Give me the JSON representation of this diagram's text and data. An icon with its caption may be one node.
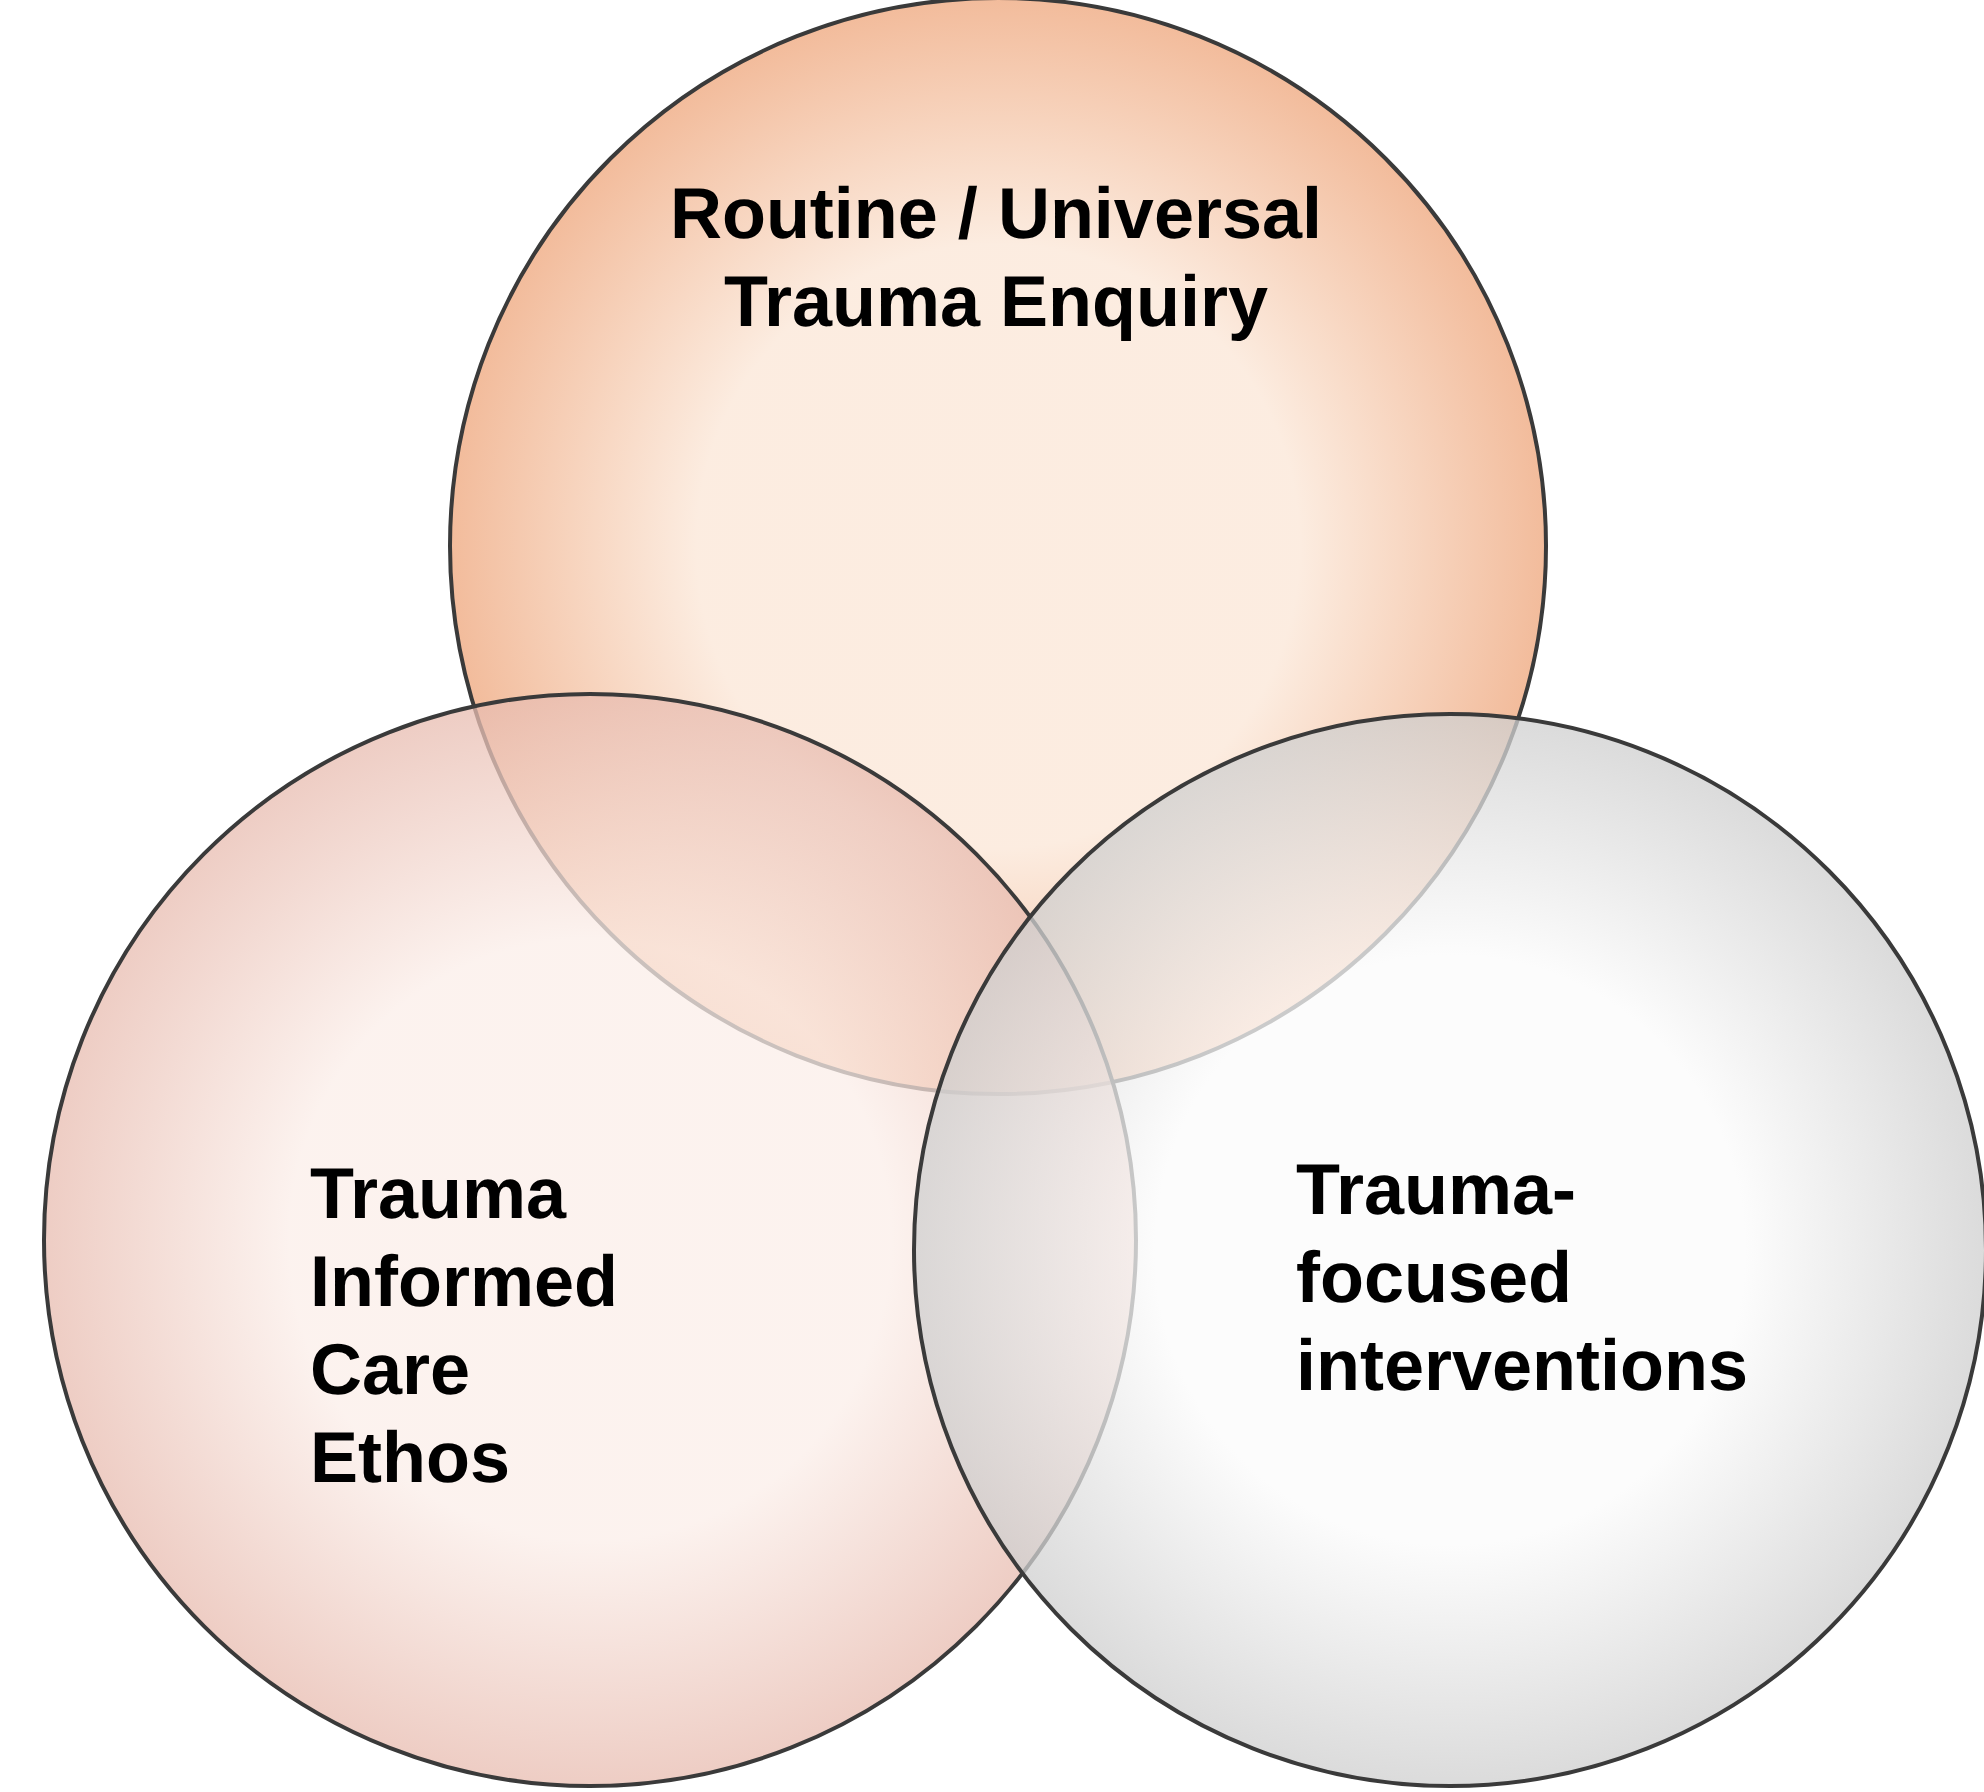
{
  "diagram": {
    "nodes": [
      {
        "text": [
          "Routine / Universal Trauma Enquiry"
        ]
      },
      {
        "text": [
          "Trauma Informed Care Ethos"
        ]
      },
      {
        "text": [
          "Trauma-focused interventions"
        ]
      }
    ]
  }
}
